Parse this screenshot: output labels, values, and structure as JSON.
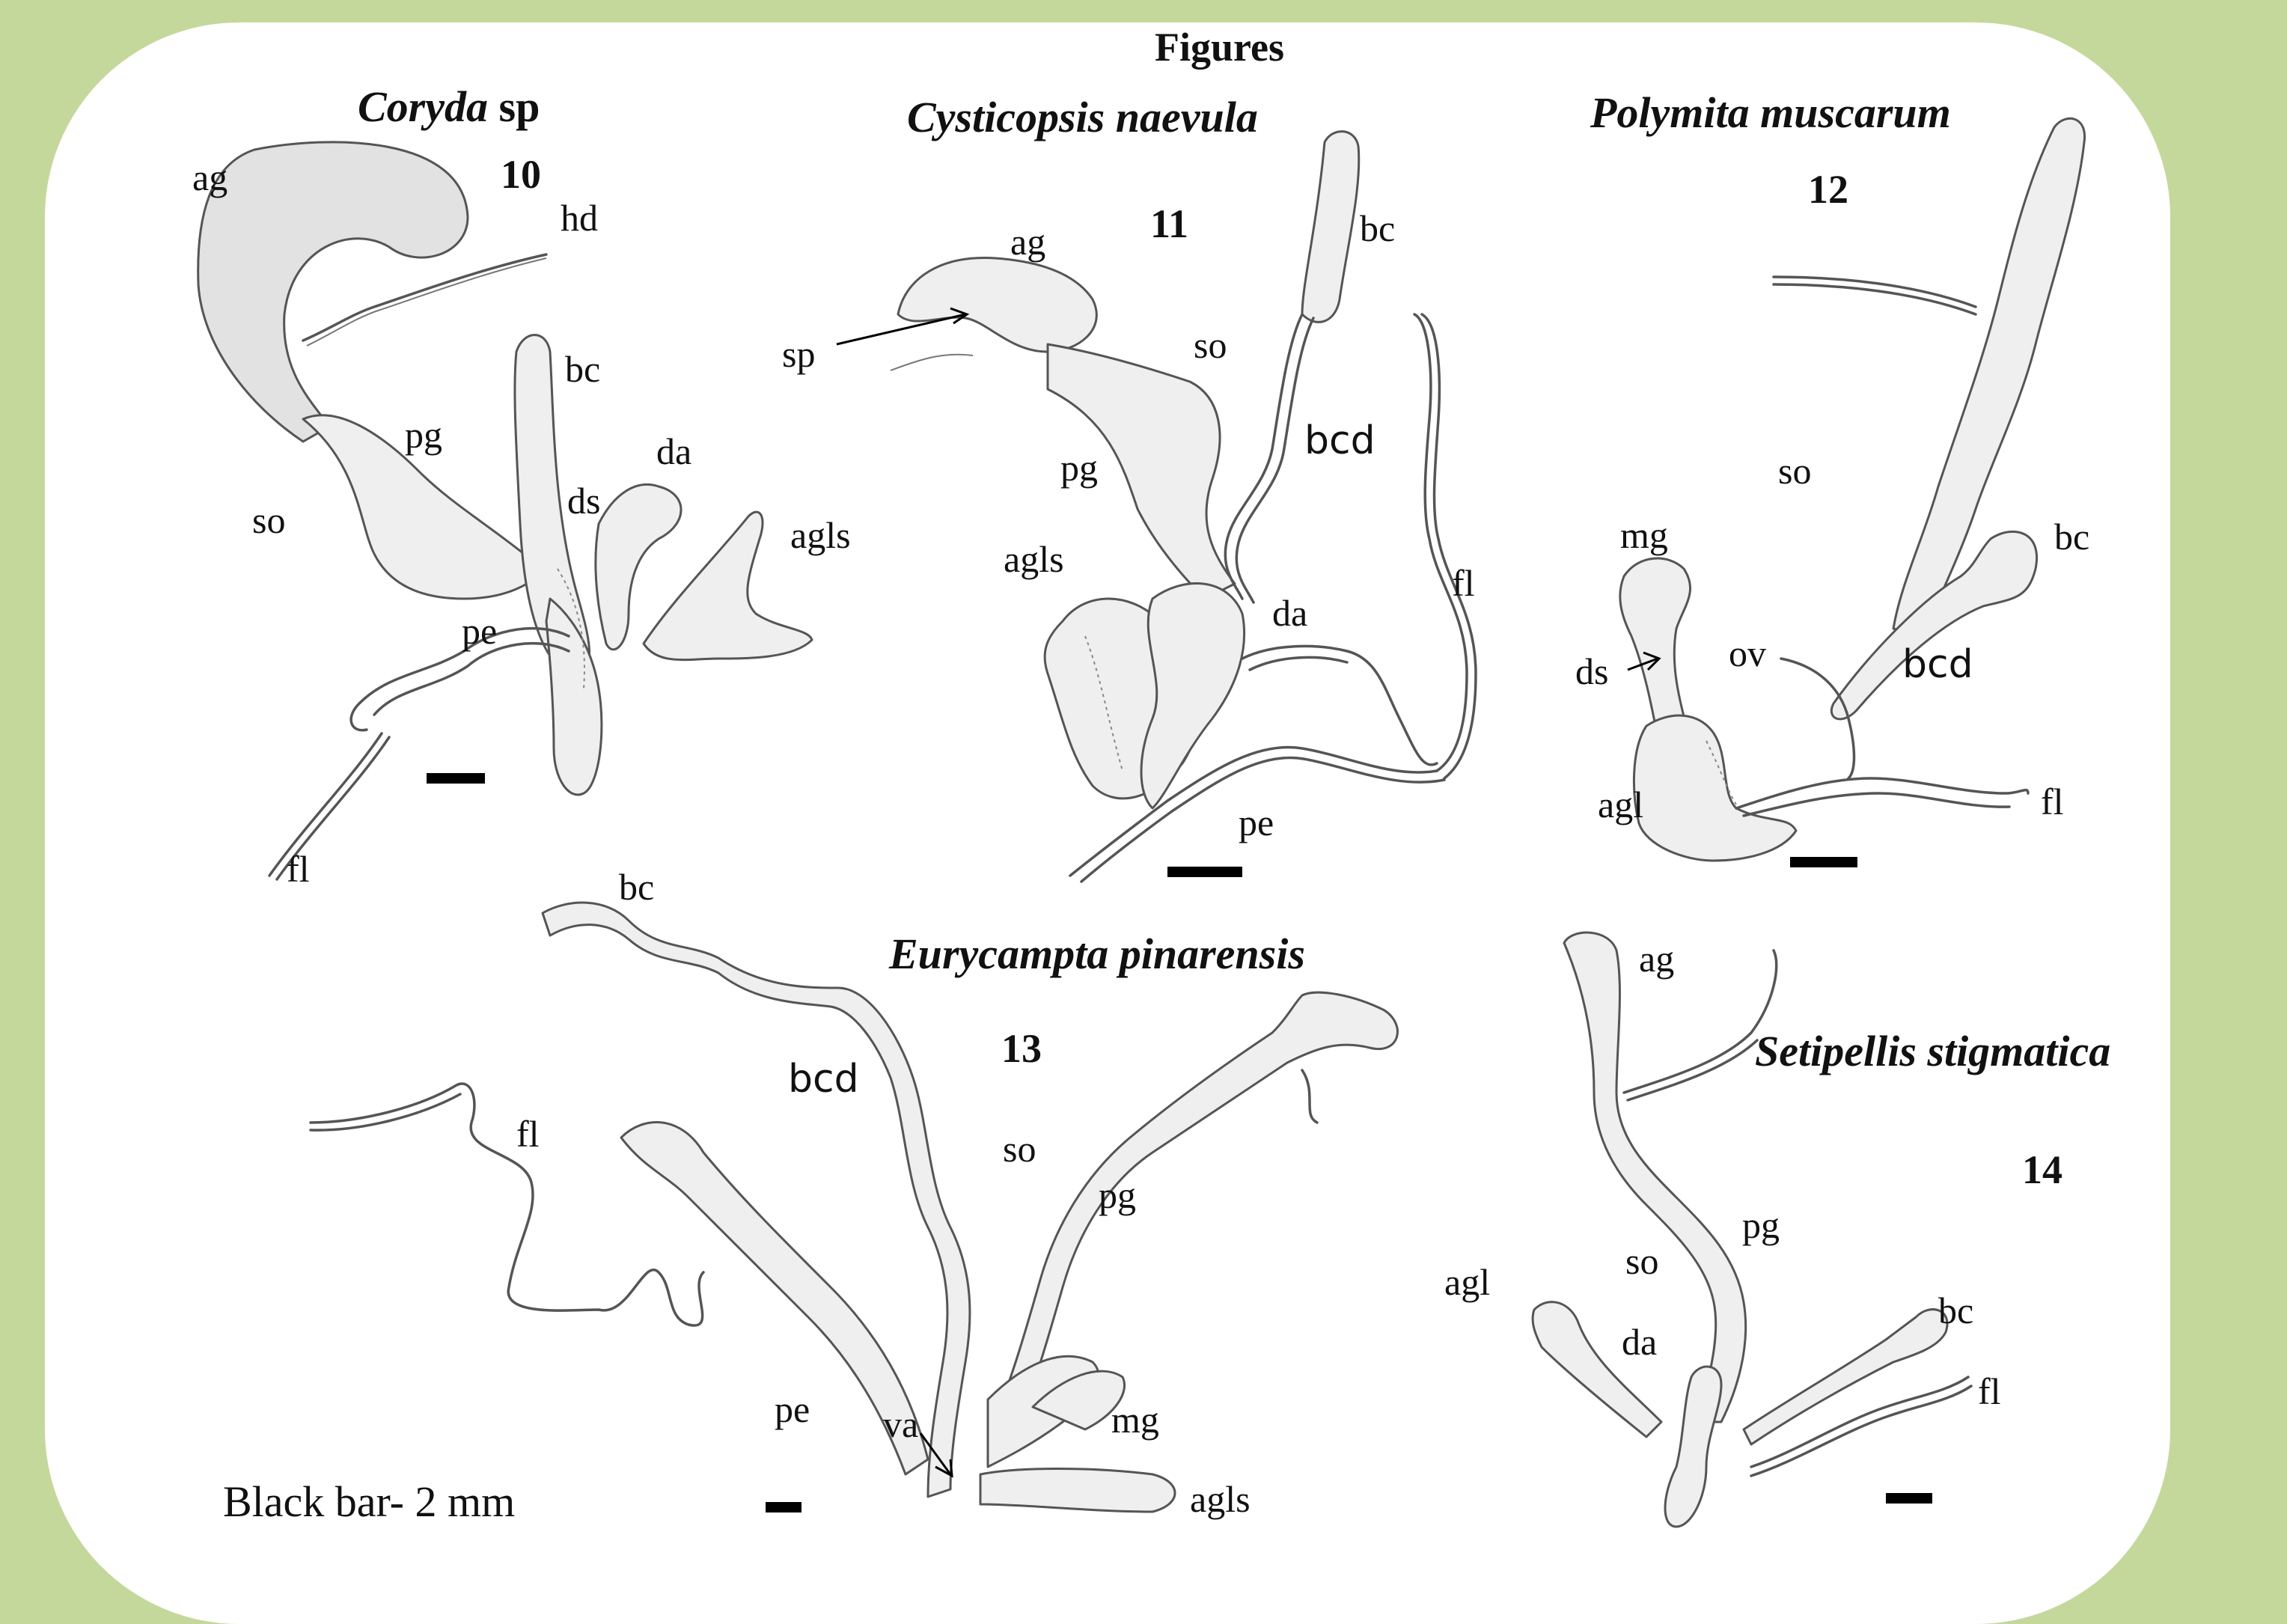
{
  "heading": "Figures",
  "scale_note": "Black bar- 2 mm",
  "figures": [
    {
      "number": "10",
      "title_italic": "Coryda",
      "title_plain": " sp",
      "labels": [
        "ag",
        "hd",
        "bc",
        "pg",
        "da",
        "ds",
        "so",
        "agls",
        "pe",
        "fl"
      ]
    },
    {
      "number": "11",
      "title_italic": "Cysticopsis naevula",
      "labels": [
        "bc",
        "ag",
        "sp",
        "so",
        "bcd",
        "pg",
        "agls",
        "fl",
        "da",
        "pe"
      ]
    },
    {
      "number": "12",
      "title_italic": "Polymita muscarum",
      "labels": [
        "so",
        "mg",
        "bc",
        "ds",
        "ov",
        "bcd",
        "agl",
        "fl"
      ]
    },
    {
      "number": "13",
      "title_italic": "Eurycampta  pinarensis",
      "labels": [
        "bc",
        "bcd",
        "fl",
        "so",
        "pg",
        "pe",
        "va",
        "mg",
        "agls"
      ]
    },
    {
      "number": "14",
      "title_italic": "Setipellis stigmatica",
      "labels": [
        "ag",
        "pg",
        "so",
        "agl",
        "da",
        "bc",
        "fl"
      ]
    }
  ]
}
